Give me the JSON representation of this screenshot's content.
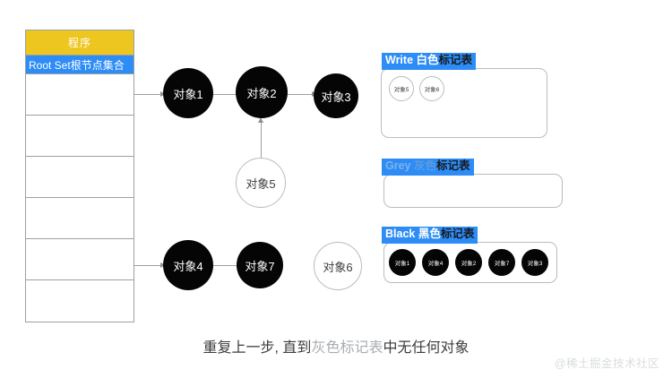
{
  "diagram": {
    "root_table": {
      "header": "程序",
      "selected_row": "Root Set根节点集合",
      "empty_rows": [
        "",
        "",
        "",
        "",
        "",
        ""
      ]
    },
    "graph": {
      "nodes": [
        {
          "id": "obj1",
          "label": "对象1",
          "color": "black"
        },
        {
          "id": "obj2",
          "label": "对象2",
          "color": "black"
        },
        {
          "id": "obj3",
          "label": "对象3",
          "color": "black"
        },
        {
          "id": "obj5",
          "label": "对象5",
          "color": "white"
        },
        {
          "id": "obj4",
          "label": "对象4",
          "color": "black"
        },
        {
          "id": "obj7",
          "label": "对象7",
          "color": "black"
        },
        {
          "id": "obj6",
          "label": "对象6",
          "color": "white"
        }
      ]
    },
    "panels": [
      {
        "id": "write",
        "title_en": "Write",
        "title_cn_colored": " 白色",
        "title_cn_plain": "标记表",
        "items": [
          {
            "label": "对象5",
            "color": "white"
          },
          {
            "label": "对象6",
            "color": "white"
          }
        ]
      },
      {
        "id": "grey",
        "title_en": "Grey",
        "title_cn_colored": " 灰色",
        "title_cn_plain": "标记表",
        "items": []
      },
      {
        "id": "black",
        "title_en": "Black",
        "title_cn_colored": " 黑色",
        "title_cn_plain": "标记表",
        "items": [
          {
            "label": "对象1",
            "color": "black"
          },
          {
            "label": "对象4",
            "color": "black"
          },
          {
            "label": "对象2",
            "color": "black"
          },
          {
            "label": "对象7",
            "color": "black"
          },
          {
            "label": "对象3",
            "color": "black"
          }
        ]
      }
    ],
    "caption": {
      "part1": "重复上一步, 直到",
      "highlight": "灰色标记表",
      "part2": "中无任何对象"
    },
    "watermark": "@稀土掘金技术社区",
    "colors": {
      "header_yellow": "#eec620",
      "highlight_blue": "#2d8cf6",
      "node_black": "#050505",
      "line_grey": "#9aa0a6",
      "caption_grey": "#a9aeb3"
    }
  }
}
